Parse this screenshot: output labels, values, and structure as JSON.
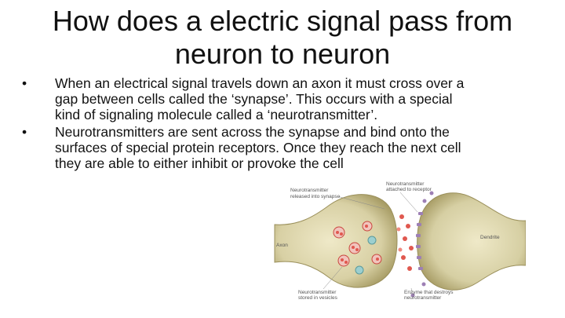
{
  "slide": {
    "title_line1": "How does a electric signal pass from",
    "title_line2": "neuron to neuron",
    "bullet_glyph": "•",
    "bullets": [
      {
        "line1": "When an electrical signal travels down an axon it must cross over a",
        "line2": "gap between cells called the ‘synapse’. This occurs with a special",
        "line3": "kind of signaling molecule called a ‘neurotransmitter’."
      },
      {
        "line1": "Neurotransmitters are sent across the synapse and bind onto the",
        "line2": "surfaces of special protein receptors. Once they reach the next cell",
        "line3": "they are able to either inhibit or provoke the cell"
      }
    ]
  },
  "figure": {
    "labels": {
      "released_1": "Neurotransmitter",
      "released_2": "released into synapse",
      "attached_1": "Neurotransmitter",
      "attached_2": "attached to receptor",
      "dendrite": "Dendrite",
      "axon": "Axon",
      "stored_1": "Neurotransmitter",
      "stored_2": "stored in vesicles",
      "enzyme_1": "Enzyme that destroys",
      "enzyme_2": "neurotransmitter"
    },
    "colors": {
      "cell_body": "#d8d0a4",
      "cell_shade": "#b5ab78",
      "vesicle": "#e0584f",
      "receptor": "#9d7fb5"
    }
  }
}
